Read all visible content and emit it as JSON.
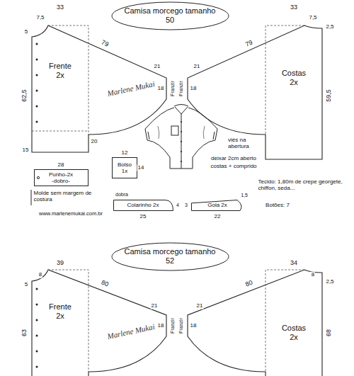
{
  "diagram": {
    "nodes": [
      {
        "text": [
          "Camisa morcego tamanho 50"
        ]
      },
      {
        "text": [
          "Frente 2x"
        ]
      },
      {
        "text": [
          "Costas 2x"
        ]
      },
      {
        "text": [
          "Punho-2x",
          "-dobro-"
        ]
      },
      {
        "text": [
          "Bolso 1x"
        ]
      },
      {
        "text": [
          "Colarinho 2x"
        ]
      },
      {
        "text": [
          "Gola 2x"
        ]
      },
      {
        "text": [
          "Camisa morcego tamanho 52"
        ]
      },
      {
        "text": [
          "Frente 2x"
        ]
      },
      {
        "text": [
          "Costas 2x"
        ]
      }
    ],
    "labels": [
      "33",
      "7,5",
      "5",
      "79",
      "21",
      "18",
      "Franzir",
      "62,5",
      "20",
      "15",
      "33",
      "7,5",
      "2,5",
      "79",
      "21",
      "18",
      "Franzir",
      "59,5",
      "25",
      "Marlene Mukai",
      "viés na abertura",
      "deixar 2cm aberto",
      "costas + comprido",
      "28",
      "12",
      "14",
      "dobra",
      "25",
      "4",
      "1,5",
      "3",
      "22",
      "Tecido: 1,80m de crepe georgete, chiffon, seda...",
      "Botões: 7",
      "Molde sem margem de costura",
      "www.marlenemukai.com.br",
      "39",
      "8",
      "5",
      "80",
      "21",
      "18",
      "Franzir",
      "63",
      "34",
      "8",
      "2,5",
      "80",
      "21",
      "18",
      "Franzir",
      "68",
      "Marlene Mukai"
    ]
  }
}
